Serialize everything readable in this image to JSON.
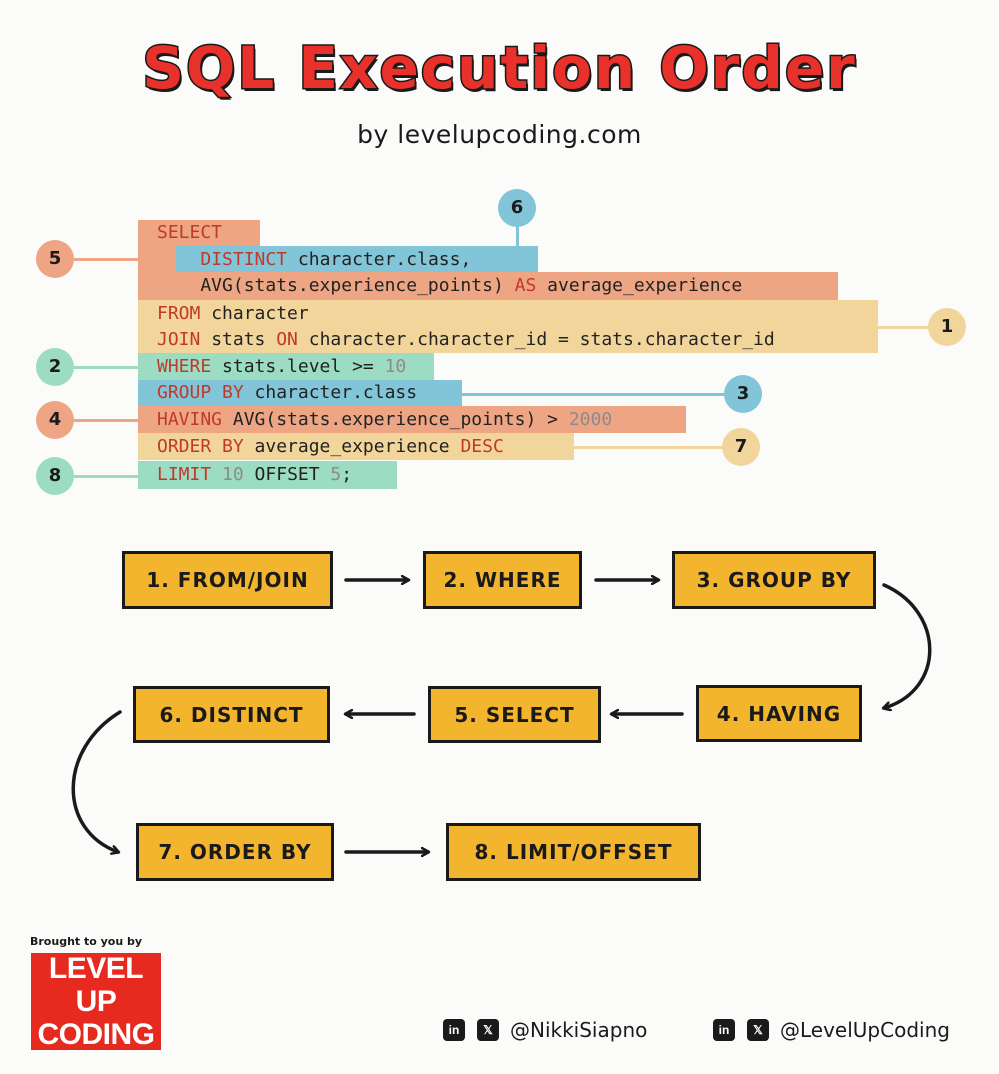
{
  "header": {
    "title": "SQL Execution Order",
    "subtitle": "by levelupcoding.com"
  },
  "code": {
    "lines": [
      [
        {
          "t": "SELECT",
          "k": "kw"
        }
      ],
      [
        {
          "t": "    "
        },
        {
          "t": "DISTINCT",
          "k": "kw"
        },
        {
          "t": " character.class,"
        }
      ],
      [
        {
          "t": "    AVG(stats.experience_points) "
        },
        {
          "t": "AS",
          "k": "kw"
        },
        {
          "t": " average_experience"
        }
      ],
      [
        {
          "t": "FROM",
          "k": "kw"
        },
        {
          "t": " character"
        }
      ],
      [
        {
          "t": "JOIN",
          "k": "kw"
        },
        {
          "t": " stats "
        },
        {
          "t": "ON",
          "k": "kw"
        },
        {
          "t": " character.character_id = stats.character_id"
        }
      ],
      [
        {
          "t": "WHERE",
          "k": "kw"
        },
        {
          "t": " stats.level >= "
        },
        {
          "t": "10",
          "k": "num"
        }
      ],
      [
        {
          "t": "GROUP BY",
          "k": "kw"
        },
        {
          "t": " character.class"
        }
      ],
      [
        {
          "t": "HAVING",
          "k": "kw"
        },
        {
          "t": " AVG(stats.experience_points) > "
        },
        {
          "t": "2000",
          "k": "num"
        }
      ],
      [
        {
          "t": "ORDER BY",
          "k": "kw"
        },
        {
          "t": " average_experience "
        },
        {
          "t": "DESC",
          "k": "kw"
        }
      ],
      [
        {
          "t": "LIMIT",
          "k": "kw"
        },
        {
          "t": " "
        },
        {
          "t": "10",
          "k": "num"
        },
        {
          "t": " OFFSET "
        },
        {
          "t": "5",
          "k": "num"
        },
        {
          "t": ";"
        }
      ]
    ],
    "badges": [
      "5",
      "6",
      "1",
      "2",
      "3",
      "4",
      "7",
      "8"
    ]
  },
  "flow": {
    "steps": [
      "1. FROM/JOIN",
      "2. WHERE",
      "3. GROUP BY",
      "4. HAVING",
      "5. SELECT",
      "6. DISTINCT",
      "7. ORDER BY",
      "8. LIMIT/OFFSET"
    ]
  },
  "footer": {
    "brought_label": "Brought to you by",
    "logo_line1": "LEVEL UP",
    "logo_line2": "CODING",
    "linkedin_icon_label": "in",
    "x_icon_label": "𝕏",
    "handle_1": "@NikkiSiapno",
    "handle_2": "@LevelUpCoding"
  },
  "colors": {
    "salmon": "#eea584",
    "blue": "#82c4d8",
    "yellow": "#f2d59a",
    "green": "#9cdcc2",
    "step_fill": "#f3b52e",
    "title_red": "#e8312a"
  }
}
